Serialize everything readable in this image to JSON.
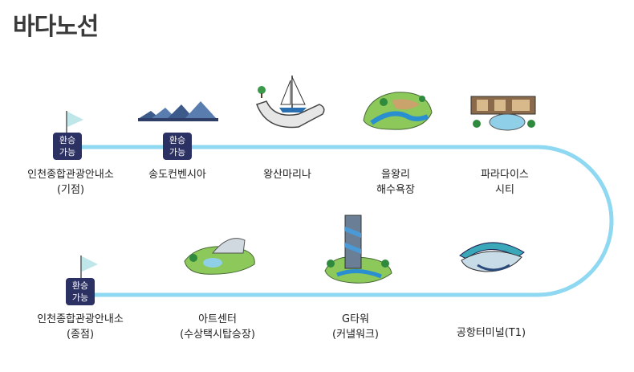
{
  "title": "바다노선",
  "transfer_badge": [
    "환승",
    "가능"
  ],
  "stops": [
    {
      "line1": "인천종합관광안내소",
      "line2": "(기점)",
      "transfer": true,
      "flag": true
    },
    {
      "line1": "송도컨벤시아",
      "line2": "",
      "transfer": true,
      "flag": false
    },
    {
      "line1": "왕산마리나",
      "line2": "",
      "transfer": false,
      "flag": false
    },
    {
      "line1": "을왕리",
      "line2": "해수욕장",
      "transfer": false,
      "flag": false
    },
    {
      "line1": "파라다이스",
      "line2": "시티",
      "transfer": false,
      "flag": false
    },
    {
      "line1": "인천종합관광안내소",
      "line2": "(종점)",
      "transfer": true,
      "flag": true
    },
    {
      "line1": "아트센터",
      "line2": "(수상택시탑승장)",
      "transfer": false,
      "flag": false
    },
    {
      "line1": "G타워",
      "line2": "(커낼워크)",
      "transfer": false,
      "flag": false
    },
    {
      "line1": "공항터미널(T1)",
      "line2": "",
      "transfer": false,
      "flag": false
    }
  ],
  "colors": {
    "route": "#8fd8f2",
    "badge": "#2c3163",
    "flag": "#bfe6e8",
    "text": "#222222"
  }
}
